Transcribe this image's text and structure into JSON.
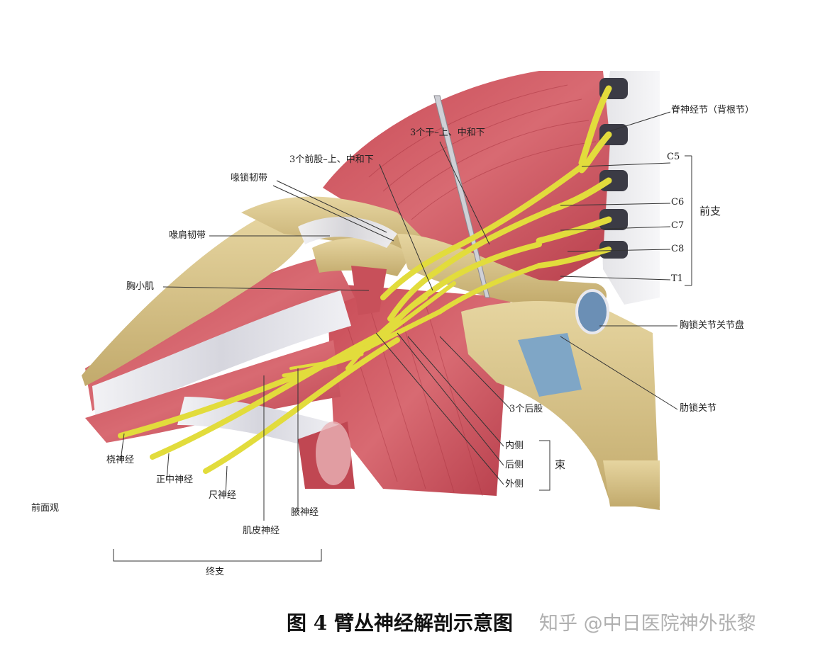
{
  "labels": {
    "ganglion": "脊神经节（背根节）",
    "c5": "C5",
    "c6": "C6",
    "c7": "C7",
    "c8": "C8",
    "t1": "T1",
    "anterior_rami": "前支",
    "trunks": "3个干–上、中和下",
    "anterior_divisions": "3个前股–上、中和下",
    "coracoclavicular_ligament": "喙锁韧带",
    "coracoacromial_ligament": "喙肩韧带",
    "pectoralis_minor": "胸小肌",
    "sc_disc": "胸锁关节关节盘",
    "costoclavicular_joint": "肋锁关节",
    "posterior_divisions": "3个后股",
    "medial_cord": "内侧",
    "posterior_cord": "后侧",
    "lateral_cord": "外侧",
    "cords": "束",
    "radial_nerve": "桡神经",
    "median_nerve": "正中神经",
    "ulnar_nerve": "尺神经",
    "axillary_nerve": "腋神经",
    "musculocutaneous_nerve": "肌皮神经",
    "anterior_view": "前面观",
    "terminal_branches": "终支"
  },
  "caption": "图 4  臂丛神经解剖示意图",
  "watermark": "知乎 @中日医院神外张黎",
  "colors": {
    "nerve": "#e2dc3c",
    "muscle": "#d05560",
    "bone": "#d8c48a",
    "tendon": "#e4e4ea",
    "cartilage": "#7fa6c6"
  }
}
